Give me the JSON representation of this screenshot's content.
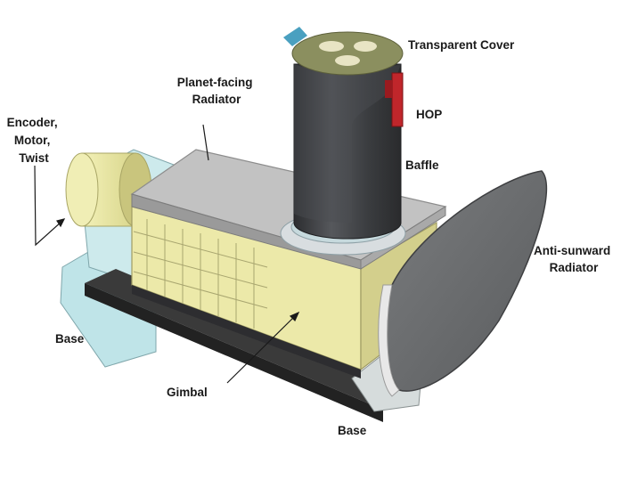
{
  "labels": {
    "transparent_cover": "Transparent Cover",
    "planet_facing_radiator": [
      "Planet-facing",
      "Radiator"
    ],
    "encoder_motor_twist": [
      "Encoder,",
      "Motor,",
      "Twist"
    ],
    "hop": "HOP",
    "baffle": "Baffle",
    "anti_sunward_radiator": [
      "Anti-sunward",
      "Radiator"
    ],
    "base_left": "Base",
    "gimbal": "Gimbal",
    "base_bottom": "Base"
  },
  "colors": {
    "box_yellow": "#ece9a9",
    "top_plate": "#c2c2c2",
    "baffle_dark": "#3d3f42",
    "cover_olive": "#8b8f5f",
    "hop_red": "#c0262b",
    "base_blue": "#bfe4e8",
    "radiator_gray": "#6c6e70",
    "base_bar": "#3a3a3a"
  }
}
